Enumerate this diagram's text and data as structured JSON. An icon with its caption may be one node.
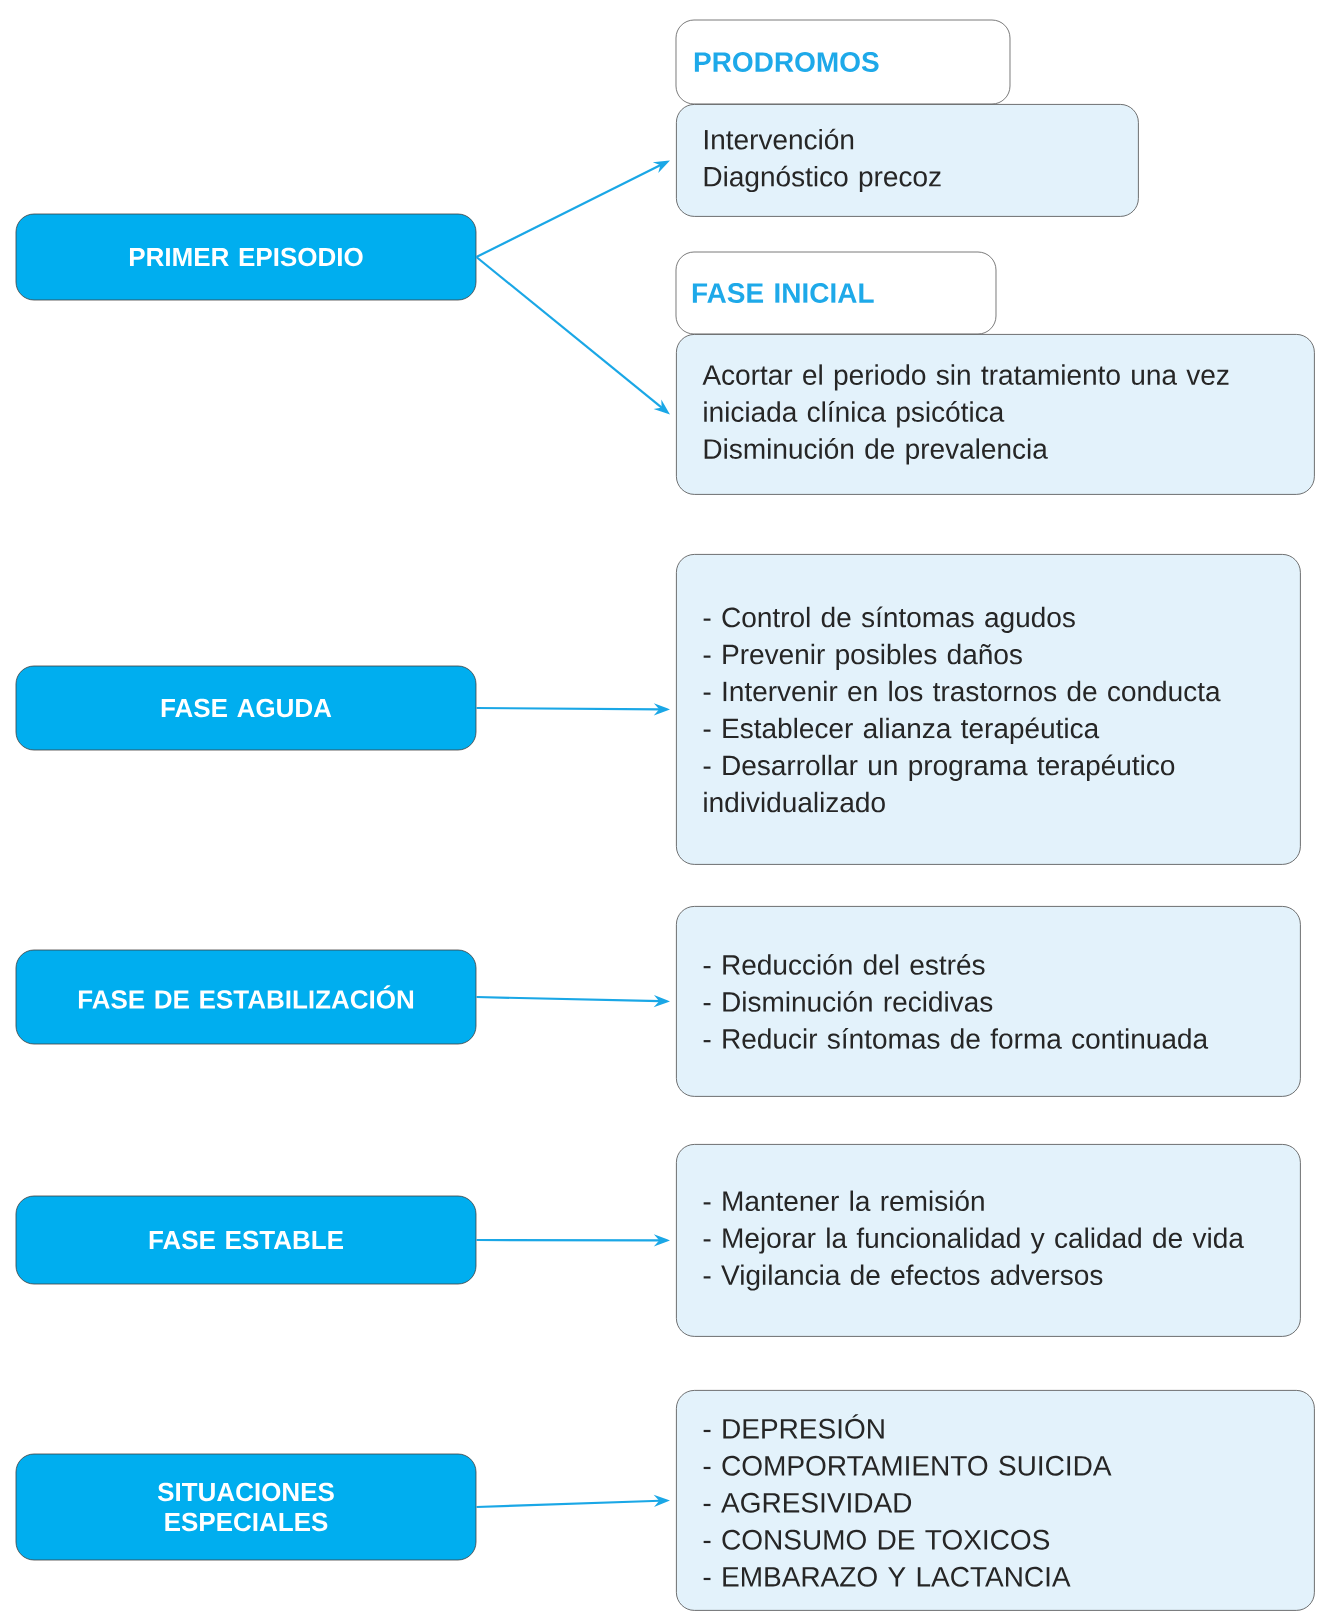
{
  "diagram": {
    "nodes": [
      {
        "text": [
          "PRIMER EPISODIO"
        ]
      },
      {
        "text": [
          "PRODROMOS"
        ]
      },
      {
        "text": [
          "Intervención",
          "Diagnóstico precoz"
        ]
      },
      {
        "text": [
          "FASE INICIAL"
        ]
      },
      {
        "text": [
          "Acortar el periodo sin tratamiento una vez iniciada clínica psicótica",
          "Disminución de prevalencia"
        ]
      },
      {
        "text": [
          "FASE AGUDA"
        ]
      },
      {
        "text": [
          "- Control de síntomas agudos",
          "- Prevenir posibles daños",
          "- Intervenir en los trastornos de conducta",
          "- Establecer alianza terapéutica",
          "- Desarrollar un programa terapéutico individualizado"
        ]
      },
      {
        "text": [
          "FASE DE ESTABILIZACIÓN"
        ]
      },
      {
        "text": [
          "- Reducción del estrés",
          "- Disminución recidivas",
          "- Reducir síntomas de forma continuada"
        ]
      },
      {
        "text": [
          "FASE ESTABLE"
        ]
      },
      {
        "text": [
          "- Mantener la remisión",
          "- Mejorar la funcionalidad y calidad de vida",
          "- Vigilancia de efectos adversos"
        ]
      },
      {
        "text": [
          "SITUACIONES ESPECIALES"
        ]
      },
      {
        "text": [
          "- DEPRESIÓN",
          "- COMPORTAMIENTO SUICIDA",
          "- AGRESIVIDAD",
          "- CONSUMO DE TOXICOS",
          "- EMBARAZO Y LACTANCIA"
        ]
      }
    ],
    "edges": [
      {
        "from": 0,
        "to": 2,
        "arrow": "to"
      },
      {
        "from": 0,
        "to": 4,
        "arrow": "to"
      },
      {
        "from": 5,
        "to": 6,
        "arrow": "to"
      },
      {
        "from": 7,
        "to": 8,
        "arrow": "to"
      },
      {
        "from": 9,
        "to": 10,
        "arrow": "to"
      },
      {
        "from": 11,
        "to": 12,
        "arrow": "to"
      }
    ]
  }
}
